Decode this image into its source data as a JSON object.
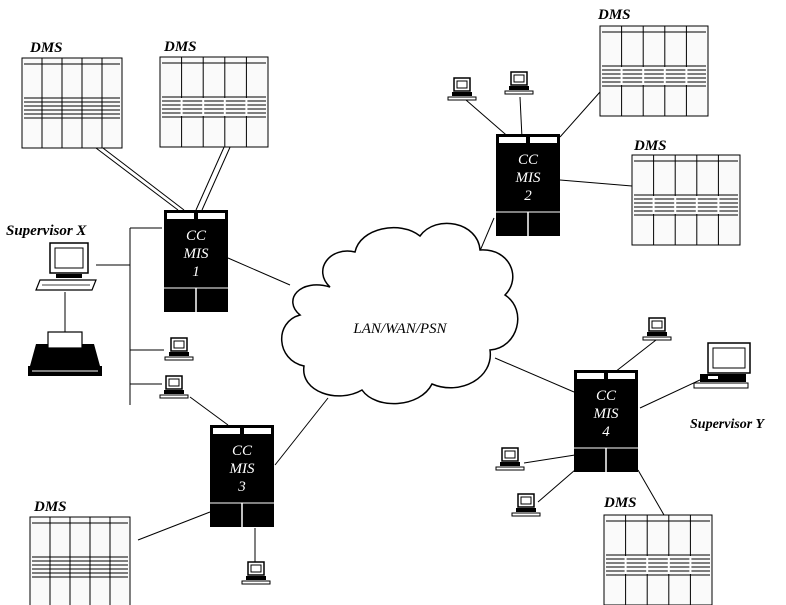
{
  "diagram": {
    "network_label": "LAN/WAN/PSN",
    "dms_label": "DMS",
    "supervisor_x": "Supervisor X",
    "supervisor_y": "Supervisor Y",
    "ccmis": [
      {
        "line1": "CC",
        "line2": "MIS",
        "line3": "1"
      },
      {
        "line1": "CC",
        "line2": "MIS",
        "line3": "2"
      },
      {
        "line1": "CC",
        "line2": "MIS",
        "line3": "3"
      },
      {
        "line1": "CC",
        "line2": "MIS",
        "line3": "4"
      }
    ],
    "colors": {
      "ink": "#000000",
      "paper": "#ffffff",
      "cabinet_fill": "#f4f4f4"
    }
  }
}
